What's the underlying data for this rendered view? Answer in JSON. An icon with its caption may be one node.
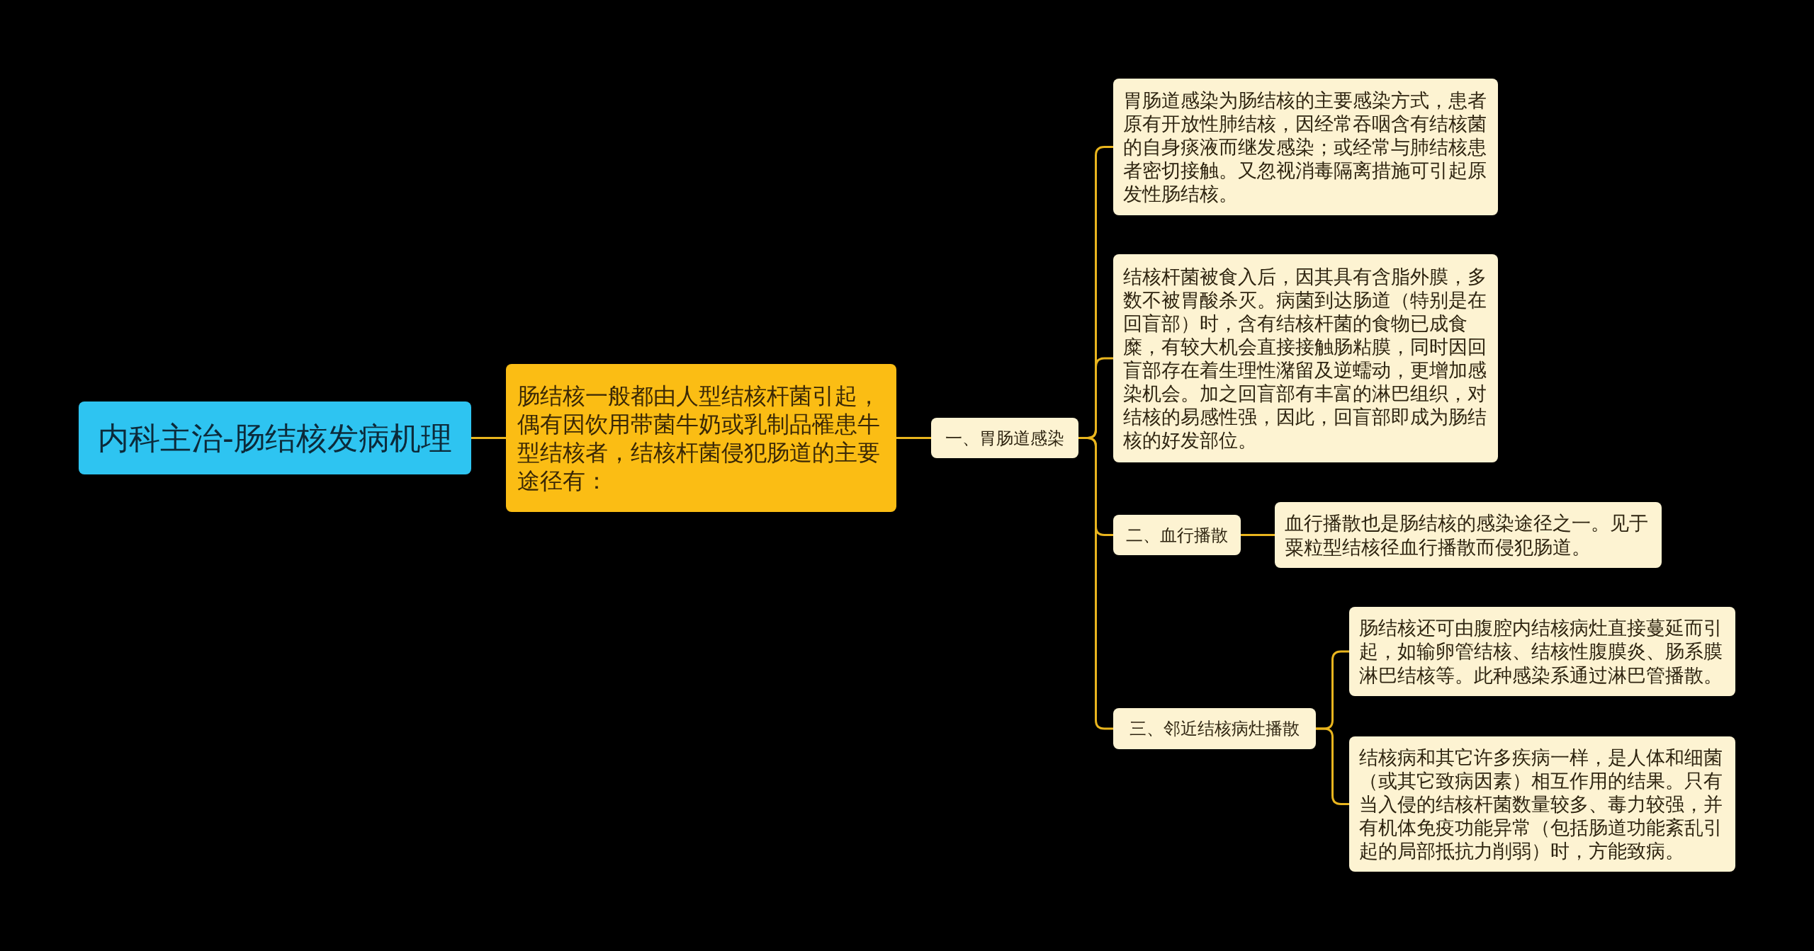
{
  "diagram": {
    "nodes": [
      {
        "text": [
          "内科主治-肠结核发病机理"
        ]
      },
      {
        "text": [
          "肠结核一般都由人型结核杆菌引起，偶有因饮用带菌牛奶或乳制品罹患牛型结核者，结核杆菌侵犯肠道的主要途径有："
        ]
      },
      {
        "text": [
          "一、胃肠道感染"
        ]
      },
      {
        "text": [
          "胃肠道感染为肠结核的主要感染方式，患者原有开放性肺结核，因经常吞咽含有结核菌的自身痰液而继发感染；或经常与肺结核患者密切接触。又忽视消毒隔离措施可引起原发性肠结核。"
        ]
      },
      {
        "text": [
          "结核杆菌被食入后，因其具有含脂外膜，多数不被胃酸杀灭。病菌到达肠道（特别是在回盲部）时，含有结核杆菌的食物已成食糜，有较大机会直接接触肠粘膜，同时因回盲部存在着生理性潴留及逆蠕动，更增加感染机会。加之回盲部有丰富的淋巴组织，对结核的易感性强，因此，回盲部即成为肠结核的好发部位。"
        ]
      },
      {
        "text": [
          "二、血行播散"
        ]
      },
      {
        "text": [
          "血行播散也是肠结核的感染途径之一。见于粟粒型结核径血行播散而侵犯肠道。"
        ]
      },
      {
        "text": [
          "三、邻近结核病灶播散"
        ]
      },
      {
        "text": [
          "肠结核还可由腹腔内结核病灶直接蔓延而引起，如输卵管结核、结核性腹膜炎、肠系膜淋巴结核等。此种感染系通过淋巴管播散。"
        ]
      },
      {
        "text": [
          "结核病和其它许多疾病一样，是人体和细菌（或其它致病因素）相互作用的结果。只有当入侵的结核杆菌数量较多、毒力较强，并有机体免疫功能异常（包括肠道功能紊乱引起的局部抵抗力削弱）时，方能致病。"
        ]
      }
    ],
    "edges": [
      {
        "from": 0,
        "to": 1,
        "arrow": "none"
      },
      {
        "from": 1,
        "to": 2,
        "arrow": "none"
      },
      {
        "from": 2,
        "to": 3,
        "arrow": "none"
      },
      {
        "from": 2,
        "to": 4,
        "arrow": "none"
      },
      {
        "from": 2,
        "to": 5,
        "arrow": "none"
      },
      {
        "from": 2,
        "to": 7,
        "arrow": "none"
      },
      {
        "from": 5,
        "to": 6,
        "arrow": "none"
      },
      {
        "from": 7,
        "to": 8,
        "arrow": "none"
      },
      {
        "from": 7,
        "to": 9,
        "arrow": "none"
      }
    ]
  }
}
